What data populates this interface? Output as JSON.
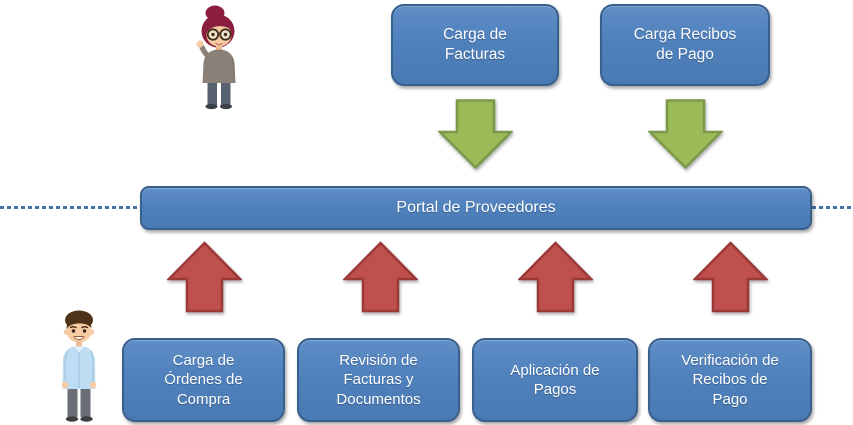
{
  "portal_bar": {
    "label": "Portal de Proveedores"
  },
  "top_boxes": [
    {
      "label": "Carga de\nFacturas"
    },
    {
      "label": "Carga Recibos\nde Pago"
    }
  ],
  "bottom_boxes": [
    {
      "label": "Carga de\nÓrdenes de\nCompra"
    },
    {
      "label": "Revisión de\nFacturas y\nDocumentos"
    },
    {
      "label": "Aplicación de\nPagos"
    },
    {
      "label": "Verificación de\nRecibos de\nPago"
    }
  ],
  "figures": {
    "top_person": "woman-waving-avatar",
    "bottom_person": "man-standing-avatar"
  },
  "colors": {
    "box_fill": "#4F81BD",
    "box_border": "#38608C",
    "arrow_down_fill": "#9BBB59",
    "arrow_down_border": "#7C994A",
    "arrow_up_fill": "#C0504D",
    "arrow_up_border": "#9A3A38",
    "dotted_line": "#4472A4",
    "text": "#FFFFFF"
  }
}
